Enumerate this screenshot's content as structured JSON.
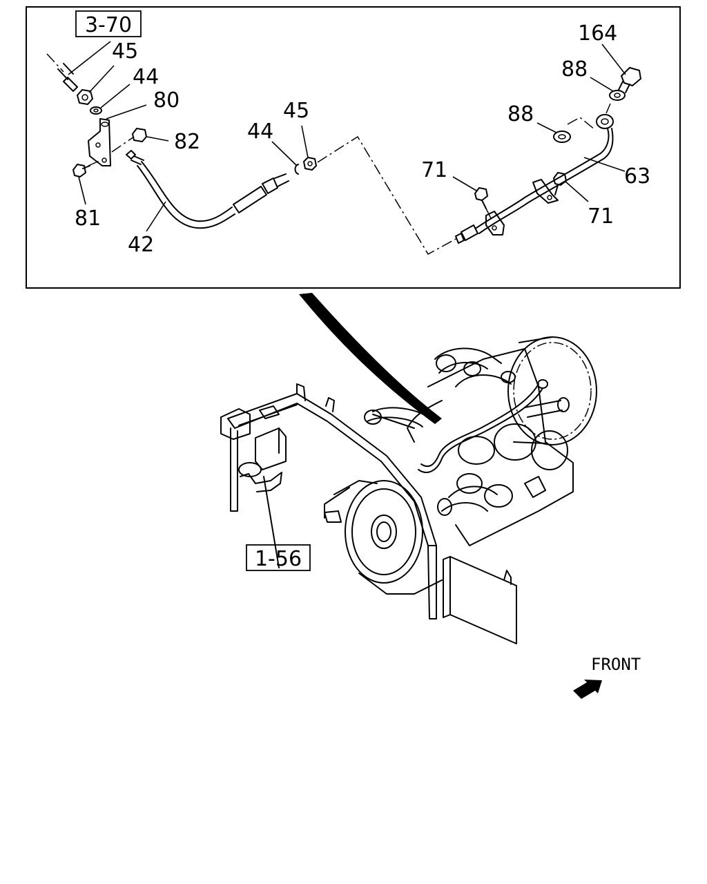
{
  "diagram": {
    "detail_box": {
      "ref_label": "3-70",
      "callouts": {
        "c45a": "45",
        "c44a": "44",
        "c80": "80",
        "c82": "82",
        "c81": "81",
        "c42": "42",
        "c44b": "44",
        "c45b": "45",
        "c71a": "71",
        "c71b": "71",
        "c63": "63",
        "c88a": "88",
        "c88b": "88",
        "c164": "164"
      }
    },
    "engine_view": {
      "ref_label": "1-56",
      "front_label": "FRONT"
    }
  }
}
